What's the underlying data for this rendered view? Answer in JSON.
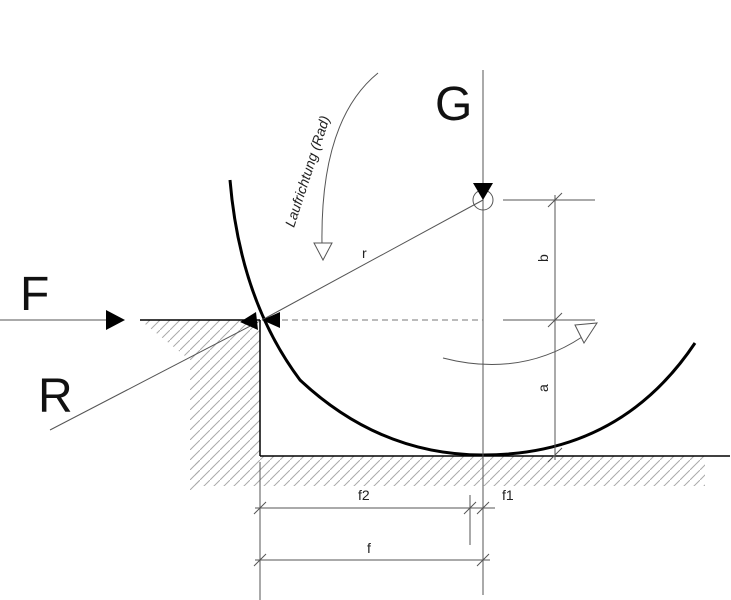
{
  "labels": {
    "G": "G",
    "F": "F",
    "R": "R",
    "r": "r",
    "a": "a",
    "b": "b",
    "f": "f",
    "f1": "f1",
    "f2": "f2",
    "direction": "Laufrichtung (Rad)"
  }
}
